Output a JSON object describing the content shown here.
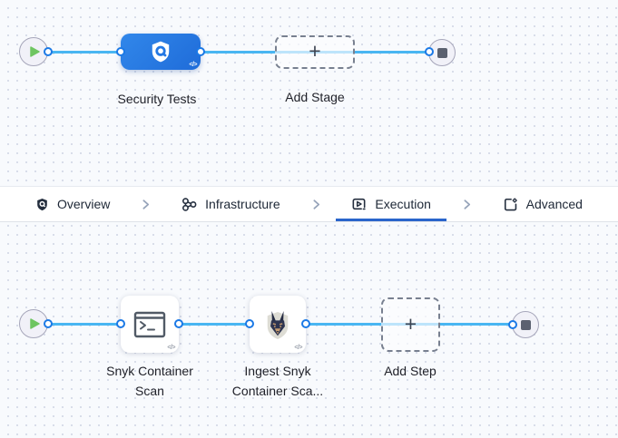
{
  "stage_canvas": {
    "start_node": {
      "icon": "play"
    },
    "end_node": {
      "icon": "stop"
    },
    "stage_node": {
      "label": "Security Tests",
      "icon": "shield-scan",
      "code_glyph": "</>"
    },
    "add_stage": {
      "label": "Add Stage",
      "plus_glyph": "+"
    }
  },
  "tab_bar": {
    "tabs": [
      {
        "label": "Overview",
        "icon": "shield-icon",
        "active": false
      },
      {
        "label": "Infrastructure",
        "icon": "infrastructure-nodes-icon",
        "active": false
      },
      {
        "label": "Execution",
        "icon": "play-box-icon",
        "active": true
      },
      {
        "label": "Advanced",
        "icon": "box-gear-icon",
        "active": false
      }
    ],
    "separator_icon": "chevron-right"
  },
  "execution_canvas": {
    "start_node": {
      "icon": "play"
    },
    "end_node": {
      "icon": "stop"
    },
    "steps": [
      {
        "label": "Snyk Container Scan",
        "icon": "terminal",
        "code_glyph": "</>"
      },
      {
        "label": "Ingest Snyk Container Sca...",
        "icon": "snyk-doberman",
        "code_glyph": "</>"
      }
    ],
    "add_step": {
      "label": "Add Step",
      "plus_glyph": "+"
    }
  },
  "colors": {
    "stage_node_blue": "#2478e4",
    "connector_line_blue": "#49b6f2",
    "port_ring_blue": "#1b79e6",
    "active_tab_underline": "#2a65cb",
    "play_triangle_green": "#6ec561",
    "canvas_background": "#f8fafd"
  }
}
